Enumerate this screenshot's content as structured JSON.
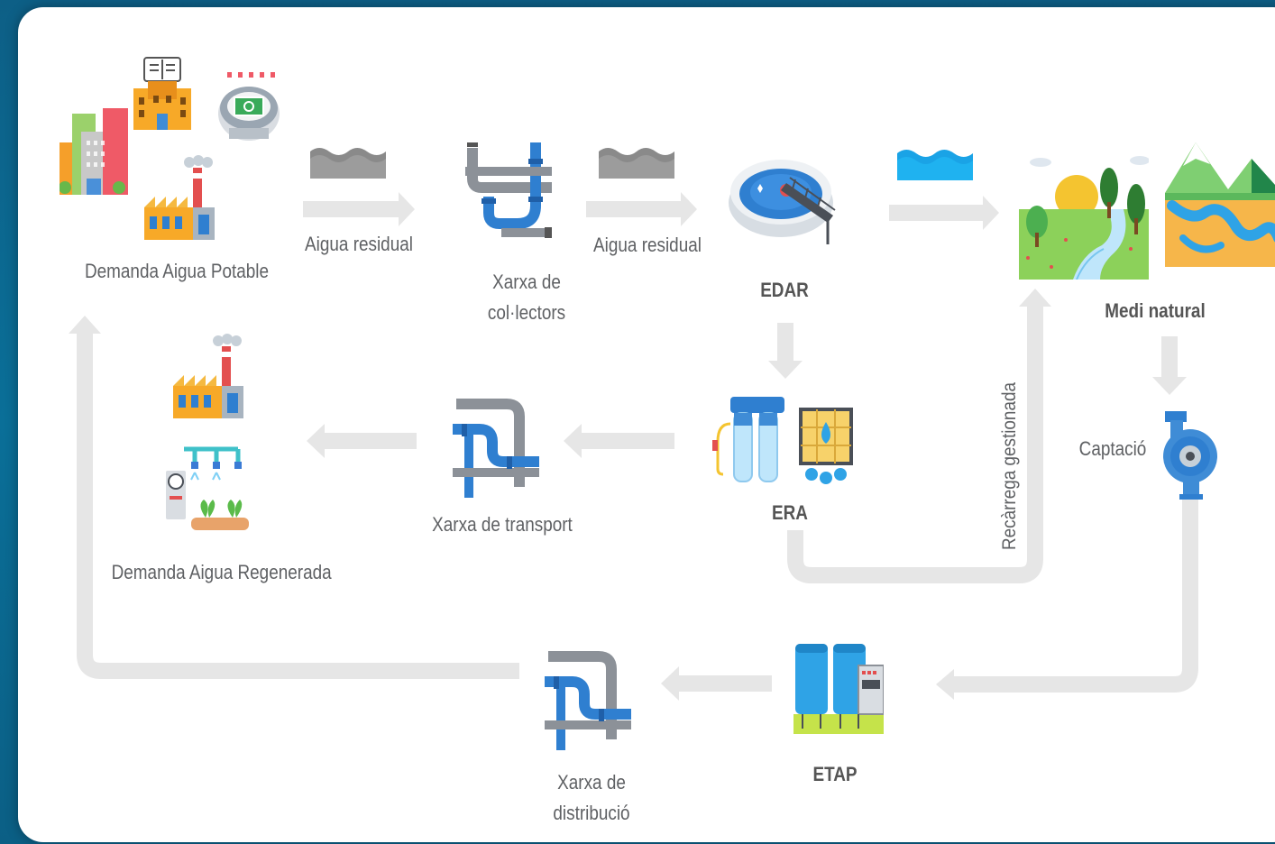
{
  "nodes": {
    "demanda_potable": "Demanda Aigua Potable",
    "aigua_residual_1": "Aigua residual",
    "xarxa_collectors_1": "Xarxa de",
    "xarxa_collectors_2": "col·lectors",
    "aigua_residual_2": "Aigua residual",
    "edar": "EDAR",
    "medi_natural": "Medi natural",
    "captacio": "Captació",
    "recarrega": "Recàrrega gestionada",
    "era": "ERA",
    "xarxa_transport": "Xarxa de transport",
    "demanda_regenerada": "Demanda Aigua Regenerada",
    "etap": "ETAP",
    "xarxa_distribucio_1": "Xarxa de",
    "xarxa_distribucio_2": "distribució"
  },
  "colors": {
    "background": "#0b6a93",
    "panel": "#ffffff",
    "arrow": "#e6e6e6",
    "label": "#5f6164",
    "pipe_blue": "#2f7fd0",
    "pipe_grey": "#8c9198",
    "water_clean": "#1aa3e6",
    "water_dirty": "#8a8a8a"
  }
}
